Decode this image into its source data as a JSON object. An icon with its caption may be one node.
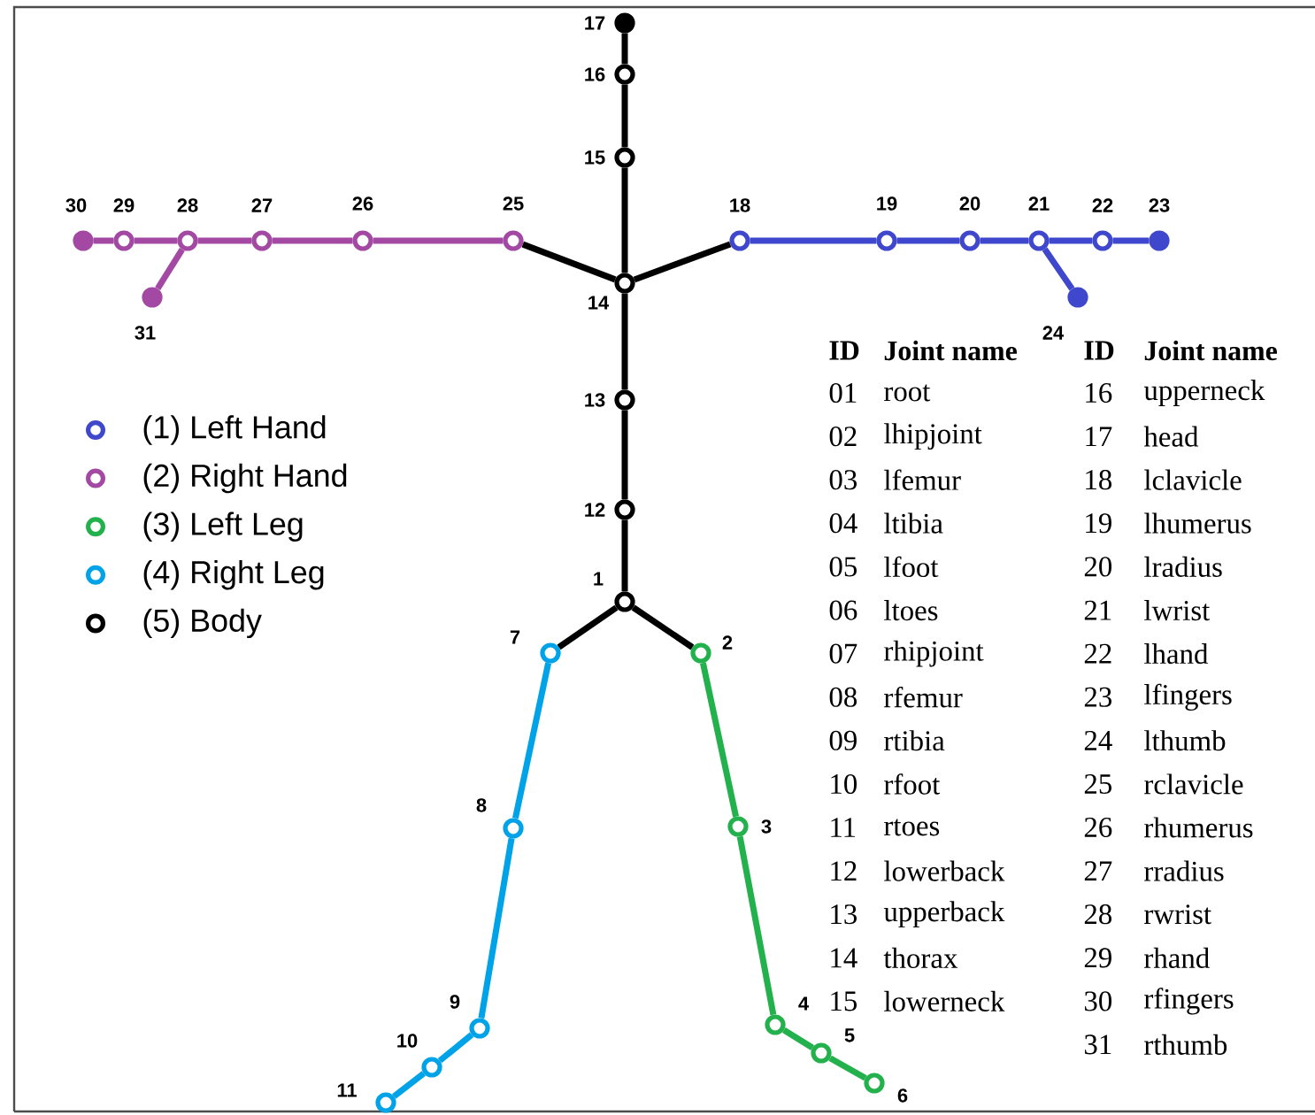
{
  "diagram": {
    "nodes": [
      {
        "text": [],
        "shape": "circle",
        "beside": [
          "1"
        ]
      },
      {
        "text": [],
        "shape": "circle",
        "beside": [
          "2"
        ]
      },
      {
        "text": [],
        "shape": "circle",
        "beside": [
          "3"
        ]
      },
      {
        "text": [],
        "shape": "circle",
        "beside": [
          "4"
        ]
      },
      {
        "text": [],
        "shape": "circle",
        "beside": [
          "5"
        ]
      },
      {
        "text": [],
        "shape": "circle",
        "beside": [
          "6"
        ]
      },
      {
        "text": [],
        "shape": "circle",
        "beside": [
          "7"
        ]
      },
      {
        "text": [],
        "shape": "circle",
        "beside": [
          "8"
        ]
      },
      {
        "text": [],
        "shape": "circle",
        "beside": [
          "9"
        ]
      },
      {
        "text": [],
        "shape": "circle",
        "beside": [
          "10"
        ]
      },
      {
        "text": [],
        "shape": "circle",
        "beside": [
          "11"
        ]
      },
      {
        "text": [],
        "shape": "circle",
        "beside": [
          "12"
        ]
      },
      {
        "text": [],
        "shape": "circle",
        "beside": [
          "13"
        ]
      },
      {
        "text": [],
        "shape": "circle",
        "beside": [
          "14"
        ]
      },
      {
        "text": [],
        "shape": "circle",
        "beside": [
          "15"
        ]
      },
      {
        "text": [],
        "shape": "circle",
        "beside": [
          "16"
        ]
      },
      {
        "text": [],
        "shape": "dot",
        "beside": [
          "17"
        ]
      },
      {
        "text": [],
        "shape": "circle",
        "beside": [
          "18"
        ]
      },
      {
        "text": [],
        "shape": "circle",
        "beside": [
          "19"
        ]
      },
      {
        "text": [],
        "shape": "circle",
        "beside": [
          "20"
        ]
      },
      {
        "text": [],
        "shape": "circle",
        "beside": [
          "21"
        ]
      },
      {
        "text": [],
        "shape": "circle",
        "beside": [
          "22"
        ]
      },
      {
        "text": [],
        "shape": "dot",
        "beside": [
          "23"
        ]
      },
      {
        "text": [],
        "shape": "dot",
        "beside": [
          "24"
        ]
      },
      {
        "text": [],
        "shape": "circle",
        "beside": [
          "25"
        ]
      },
      {
        "text": [],
        "shape": "circle",
        "beside": [
          "26"
        ]
      },
      {
        "text": [],
        "shape": "circle",
        "beside": [
          "27"
        ]
      },
      {
        "text": [],
        "shape": "circle",
        "beside": [
          "28"
        ]
      },
      {
        "text": [],
        "shape": "circle",
        "beside": [
          "29"
        ]
      },
      {
        "text": [],
        "shape": "dot",
        "beside": [
          "30"
        ]
      },
      {
        "text": [],
        "shape": "dot",
        "beside": [
          "31"
        ]
      }
    ],
    "edges": [
      {
        "from": 0,
        "to": 11,
        "arrow": "none"
      },
      {
        "from": 11,
        "to": 12,
        "arrow": "none"
      },
      {
        "from": 12,
        "to": 13,
        "arrow": "none"
      },
      {
        "from": 13,
        "to": 14,
        "arrow": "none"
      },
      {
        "from": 14,
        "to": 15,
        "arrow": "none"
      },
      {
        "from": 15,
        "to": 16,
        "arrow": "none"
      },
      {
        "from": 13,
        "to": 17,
        "arrow": "none"
      },
      {
        "from": 13,
        "to": 24,
        "arrow": "none"
      },
      {
        "from": 0,
        "to": 1,
        "arrow": "none"
      },
      {
        "from": 0,
        "to": 6,
        "arrow": "none"
      },
      {
        "from": 17,
        "to": 18,
        "arrow": "none",
        "color": "#3f48cc"
      },
      {
        "from": 18,
        "to": 19,
        "arrow": "none",
        "color": "#3f48cc"
      },
      {
        "from": 19,
        "to": 20,
        "arrow": "none",
        "color": "#3f48cc"
      },
      {
        "from": 20,
        "to": 21,
        "arrow": "none",
        "color": "#3f48cc"
      },
      {
        "from": 21,
        "to": 22,
        "arrow": "none",
        "color": "#3f48cc"
      },
      {
        "from": 20,
        "to": 23,
        "arrow": "none",
        "color": "#3f48cc"
      },
      {
        "from": 24,
        "to": 25,
        "arrow": "none",
        "color": "#a349a4"
      },
      {
        "from": 25,
        "to": 26,
        "arrow": "none",
        "color": "#a349a4"
      },
      {
        "from": 26,
        "to": 27,
        "arrow": "none",
        "color": "#a349a4"
      },
      {
        "from": 27,
        "to": 28,
        "arrow": "none",
        "color": "#a349a4"
      },
      {
        "from": 28,
        "to": 29,
        "arrow": "none",
        "color": "#a349a4"
      },
      {
        "from": 27,
        "to": 30,
        "arrow": "none",
        "color": "#a349a4"
      },
      {
        "from": 1,
        "to": 2,
        "arrow": "none",
        "color": "#22b14c"
      },
      {
        "from": 2,
        "to": 3,
        "arrow": "none",
        "color": "#22b14c"
      },
      {
        "from": 3,
        "to": 4,
        "arrow": "none",
        "color": "#22b14c"
      },
      {
        "from": 4,
        "to": 5,
        "arrow": "none",
        "color": "#22b14c"
      },
      {
        "from": 6,
        "to": 7,
        "arrow": "none",
        "color": "#00a2e8"
      },
      {
        "from": 7,
        "to": 8,
        "arrow": "none",
        "color": "#00a2e8"
      },
      {
        "from": 8,
        "to": 9,
        "arrow": "none",
        "color": "#00a2e8"
      },
      {
        "from": 9,
        "to": 10,
        "arrow": "none",
        "color": "#00a2e8"
      }
    ],
    "labels": [
      "ID",
      "Joint name",
      "ID",
      "Joint name",
      "01",
      "root",
      "16",
      "upperneck",
      "02",
      "lhipjoint",
      "17",
      "head",
      "03",
      "lfemur",
      "18",
      "lclavicle",
      "04",
      "ltibia",
      "19",
      "lhumerus",
      "05",
      "lfoot",
      "20",
      "lradius",
      "06",
      "ltoes",
      "21",
      "lwrist",
      "07",
      "rhipjoint",
      "22",
      "lhand",
      "08",
      "rfemur",
      "23",
      "lfingers",
      "09",
      "rtibia",
      "24",
      "lthumb",
      "10",
      "rfoot",
      "25",
      "rclavicle",
      "11",
      "rtoes",
      "26",
      "rhumerus",
      "12",
      "lowerback",
      "27",
      "rradius",
      "13",
      "upperback",
      "28",
      "rwrist",
      "14",
      "thorax",
      "29",
      "rhand",
      "15",
      "lowerneck",
      "30",
      "rfingers",
      "31",
      "rthumb"
    ],
    "legend": [
      {
        "text": "(1) Left Hand",
        "color": "#3f48cc"
      },
      {
        "text": "(2) Right Hand",
        "color": "#a349a4"
      },
      {
        "text": "(3) Left Leg",
        "color": "#22b14c"
      },
      {
        "text": "(4) Right Leg",
        "color": "#00a2e8"
      },
      {
        "text": "(5) Body",
        "color": "#000000"
      }
    ]
  }
}
